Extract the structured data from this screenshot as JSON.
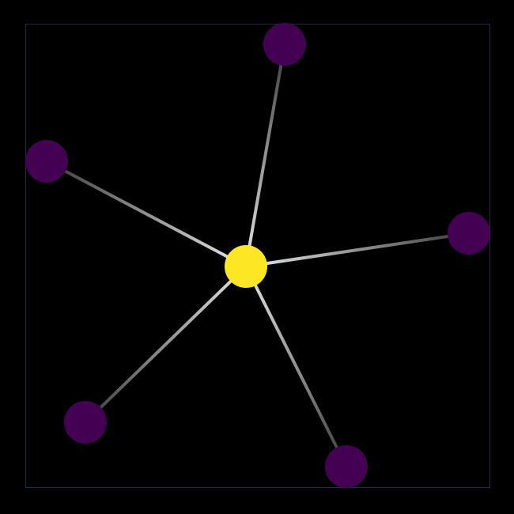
{
  "graph": {
    "type": "star",
    "colors": {
      "background": "#000000",
      "frame": "#1f2a44",
      "center_node": "#fde725",
      "leaf_node": "#440154",
      "edge_light": "#e8e8e8",
      "edge_dark": "#3a3a3a"
    },
    "nodes": [
      {
        "id": "center",
        "role": "center"
      },
      {
        "id": "leaf-top",
        "role": "leaf"
      },
      {
        "id": "leaf-left",
        "role": "leaf"
      },
      {
        "id": "leaf-right",
        "role": "leaf"
      },
      {
        "id": "leaf-bottom-left",
        "role": "leaf"
      },
      {
        "id": "leaf-bottom-right",
        "role": "leaf"
      }
    ],
    "edges": [
      {
        "source": "center",
        "target": "leaf-top"
      },
      {
        "source": "center",
        "target": "leaf-left"
      },
      {
        "source": "center",
        "target": "leaf-right"
      },
      {
        "source": "center",
        "target": "leaf-bottom-left"
      },
      {
        "source": "center",
        "target": "leaf-bottom-right"
      }
    ]
  }
}
